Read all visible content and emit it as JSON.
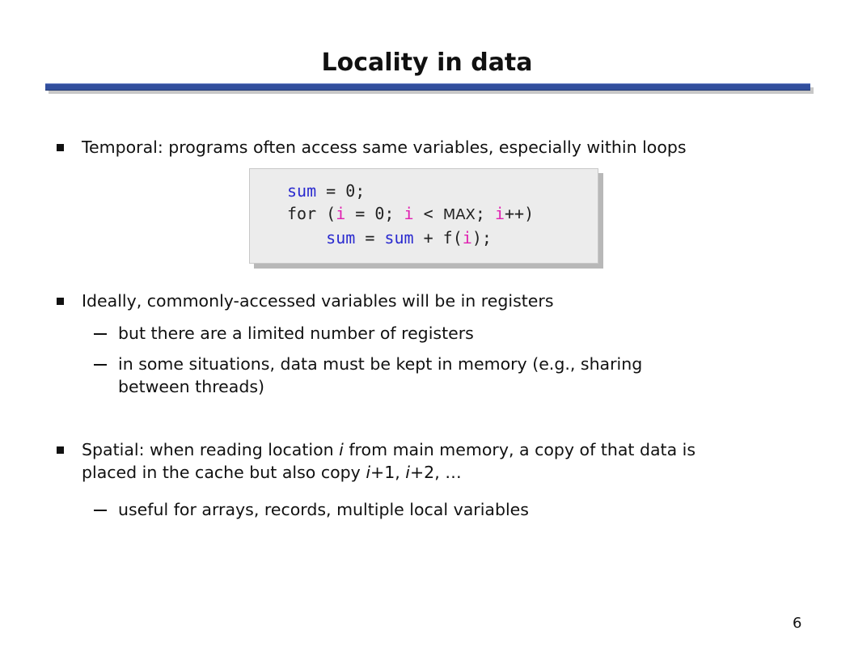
{
  "slide": {
    "title": "Locality in data",
    "page_number": "6"
  },
  "bullets": {
    "temporal": "Temporal: programs often access same variables, especially within loops",
    "registers": "Ideally, commonly-accessed variables will be in registers",
    "registers_sub1": "but there are a limited number of registers",
    "registers_sub2_line1": "in some situations, data must be kept in memory (e.g., sharing",
    "registers_sub2_line2": "between threads)",
    "spatial_a": "Spatial: when reading location ",
    "spatial_i": "i",
    "spatial_b": " from main memory, a copy of that data is",
    "spatial_line2_a": "placed in the cache but also copy ",
    "spatial_i1": "i",
    "spatial_plus1": "+1, ",
    "spatial_i2": "i",
    "spatial_plus2": "+2, …",
    "spatial_sub1": "useful for arrays, records, multiple local variables"
  },
  "code": {
    "l1_sum": "sum",
    "l1_rest": " = 0;",
    "l2_for": "for (",
    "l2_i1": "i",
    "l2_eq": " = 0; ",
    "l2_i2": "i",
    "l2_lt": " < ",
    "l2_max": "MAX",
    "l2_semi": "; ",
    "l2_i3": "i",
    "l2_end": "++)",
    "l3_indent": "    ",
    "l3_sum1": "sum",
    "l3_eq": " = ",
    "l3_sum2": "sum",
    "l3_plus": " + f(",
    "l3_i": "i",
    "l3_end": ");"
  }
}
